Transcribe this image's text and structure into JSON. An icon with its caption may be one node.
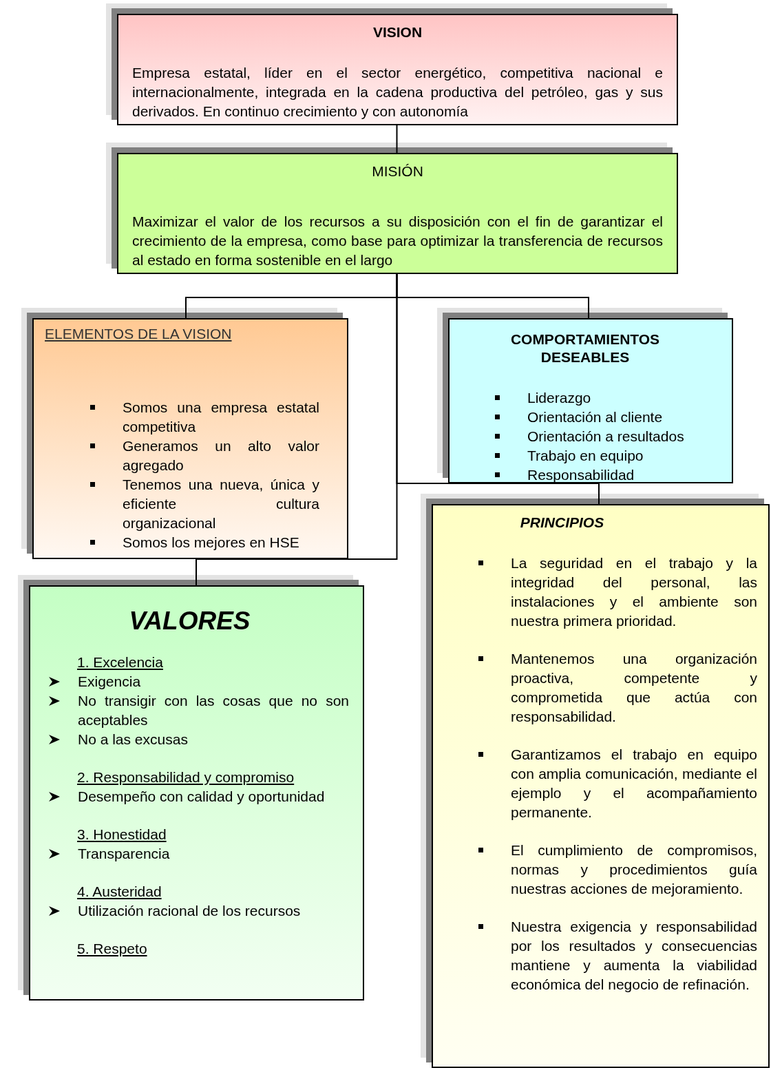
{
  "diagram": {
    "nodes": [
      {
        "text": [
          "VISION",
          "Empresa estatal, líder en el sector energético, competitiva nacional e internacionalmente, integrada en la cadena productiva del petróleo, gas y sus derivados. En continuo crecimiento y con autonomía"
        ]
      },
      {
        "text": [
          "MISIÓN",
          "Maximizar el valor de los recursos a su disposición con el fin de garantizar el crecimiento de la empresa, como base para optimizar la transferencia de recursos al estado en forma sostenible en el largo"
        ]
      },
      {
        "text": [
          "ELEMENTOS DE LA VISION",
          "Somos una empresa estatal competitiva",
          "Generamos un alto valor agregado",
          "Tenemos una nueva, única y eficiente cultura organizacional",
          "Somos los mejores en HSE"
        ]
      },
      {
        "text": [
          "COMPORTAMIENTOS DESEABLES",
          "Liderazgo",
          "Orientación al cliente",
          "Orientación a resultados",
          "Trabajo en equipo",
          "Responsabilidad"
        ]
      },
      {
        "text": [
          "PRINCIPIOS",
          "La seguridad en el trabajo y la integridad del personal, las instalaciones y el ambiente son nuestra primera prioridad.",
          "Mantenemos una organización proactiva, competente y comprometida que actúa con responsabilidad.",
          "Garantizamos el trabajo en equipo con amplia comunicación, mediante el ejemplo y el acompañamiento permanente.",
          "El cumplimiento de compromisos, normas y procedimientos guía nuestras acciones de mejoramiento.",
          "Nuestra exigencia y responsabilidad por los resultados y consecuencias mantiene y aumenta la viabilidad económica del negocio de refinación."
        ]
      },
      {
        "text": [
          "VALORES",
          "1. Excelencia",
          "Exigencia",
          "No transigir con las cosas que no son aceptables",
          "No a las excusas",
          "2. Responsabilidad y compromiso",
          "Desempeño con calidad y oportunidad",
          "3. Honestidad",
          "Transparencia",
          "4. Austeridad",
          "Utilización racional de los recursos",
          "5. Respeto"
        ]
      }
    ],
    "edges": [
      {
        "from": 0,
        "to": 1,
        "arrow": "none"
      },
      {
        "from": 1,
        "to": 2,
        "arrow": "none"
      },
      {
        "from": 1,
        "to": 3,
        "arrow": "none"
      },
      {
        "from": 1,
        "to": 4,
        "arrow": "none"
      },
      {
        "from": 1,
        "to": 5,
        "arrow": "none"
      }
    ]
  }
}
